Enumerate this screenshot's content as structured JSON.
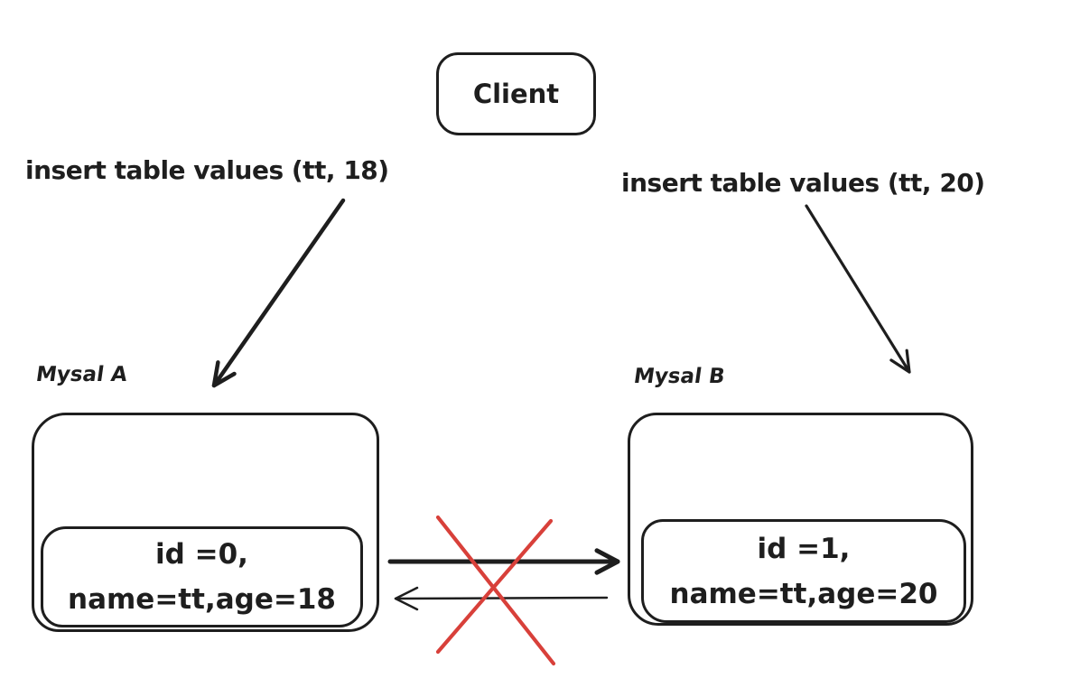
{
  "palette": {
    "ink": "#1e1e1e",
    "error_red": "#d8403a",
    "background": "#ffffff"
  },
  "client": {
    "label": "Client"
  },
  "requests": {
    "to_node_a": "insert table values (tt, 18)",
    "to_node_b": "insert table values (tt, 20)"
  },
  "node_a": {
    "title": "Mysal A",
    "record": {
      "line1": "id =0,",
      "line2": "name=tt,age=18"
    }
  },
  "node_b": {
    "title": "Mysal B",
    "record": {
      "line1": "id =1,",
      "line2": "name=tt,age=20"
    }
  },
  "icons": {
    "sync_a_to_b": "arrow-right-icon",
    "sync_b_to_a": "arrow-left-icon",
    "replication_conflict": "red-x-icon"
  }
}
